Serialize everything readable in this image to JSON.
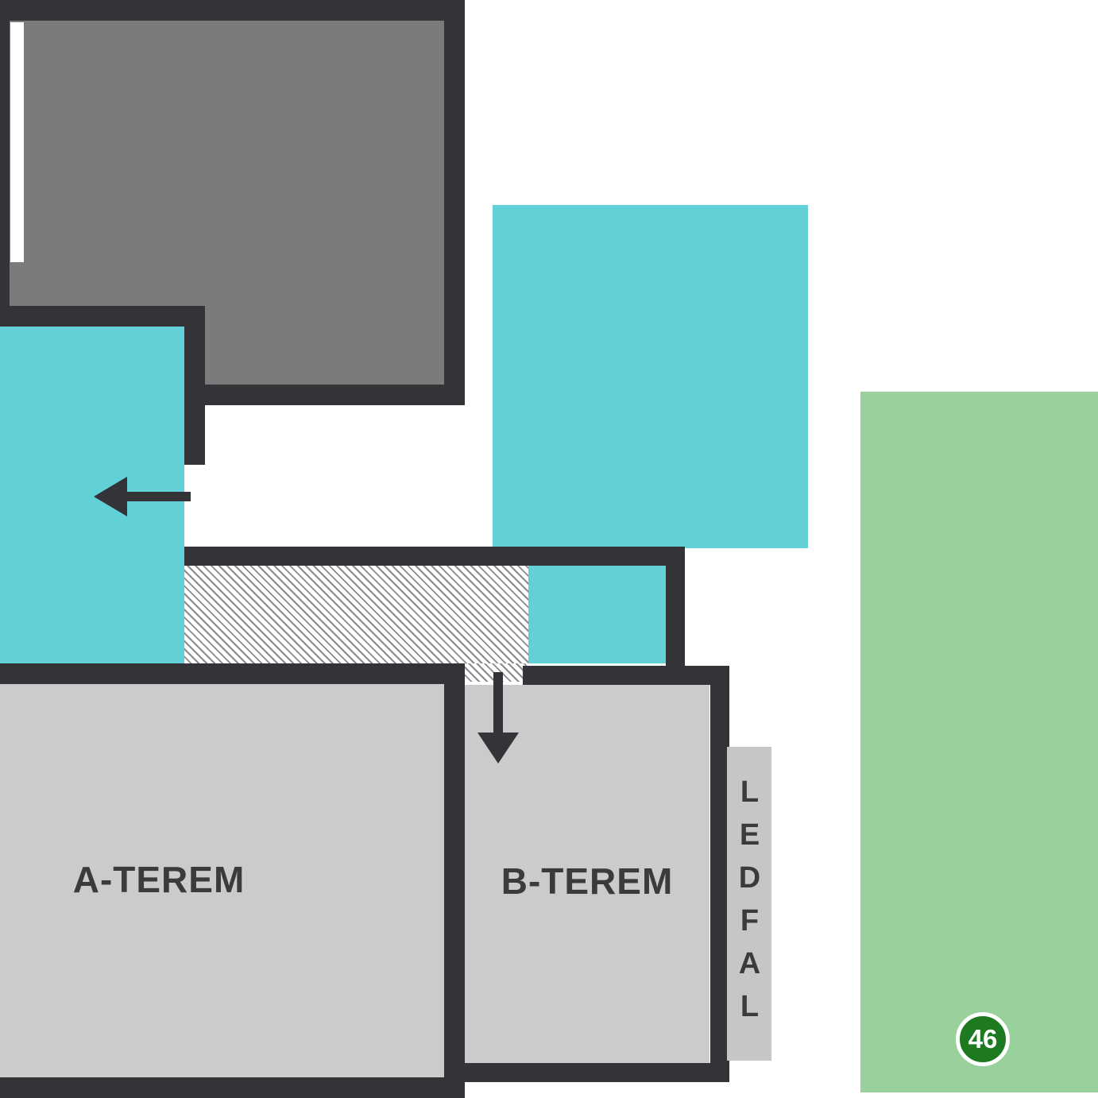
{
  "colors": {
    "wall": "#343438",
    "dark_room_fill": "#7b7b7b",
    "cyan_area": "#62d1d7",
    "light_room_fill": "#cbcbcb",
    "led_wall_fill": "#c6c6c6",
    "green_area": "#98d19b",
    "marker_fill": "#1d7a21",
    "marker_ring": "#ffffff",
    "marker_text": "#ffffff",
    "label_text": "#3b3b3b",
    "hatch_line": "#8a8a8a"
  },
  "rooms": {
    "hall_a": {
      "label": "A-TEREM"
    },
    "hall_b": {
      "label": "B-TEREM"
    }
  },
  "led_wall": {
    "label": "LEDFAL"
  },
  "marker": {
    "number": "46"
  }
}
